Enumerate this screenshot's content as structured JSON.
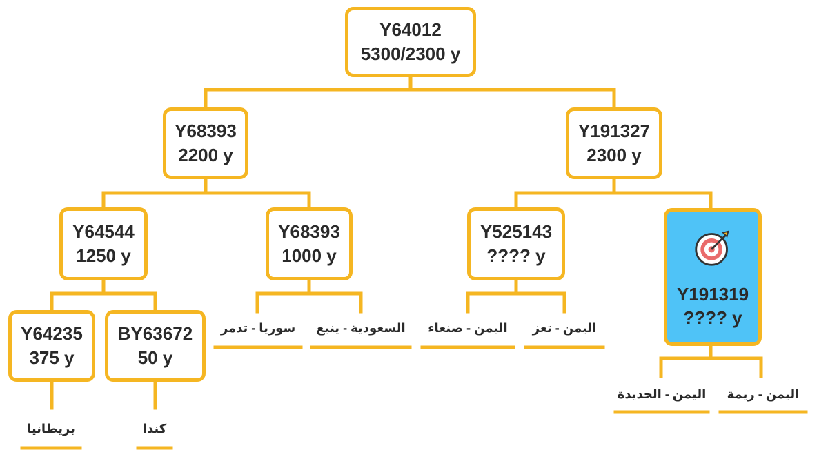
{
  "root": {
    "id": "Y64012",
    "age": "5300/2300 y"
  },
  "left_branch": {
    "id": "Y68393",
    "age": "2200 y"
  },
  "right_branch": {
    "id": "Y191327",
    "age": "2300 y"
  },
  "y64544": {
    "id": "Y64544",
    "age": "1250 y"
  },
  "y68393_child": {
    "id": "Y68393",
    "age": "1000 y"
  },
  "y525143": {
    "id": "Y525143",
    "age": "???? y"
  },
  "y191319": {
    "id": "Y191319",
    "age": "???? y",
    "icon": "target-icon"
  },
  "y64235": {
    "id": "Y64235",
    "age": "375 y"
  },
  "by63672": {
    "id": "BY63672",
    "age": "50 y"
  },
  "locations": {
    "britain": "بريطانيا",
    "canada": "كندا",
    "syria_palmyra": "سوريا - تدمر",
    "saudi_yanbu": "السعودية - ينبع",
    "yemen_sanaa": "اليمن - صنعاء",
    "yemen_taiz": "اليمن - تعز",
    "yemen_hodeidah": "اليمن - الحديدة",
    "yemen_raymah": "اليمن - ريمة"
  },
  "colors": {
    "line": "#f5b622",
    "highlight": "#4fc3f7",
    "text": "#2a2a2a"
  }
}
